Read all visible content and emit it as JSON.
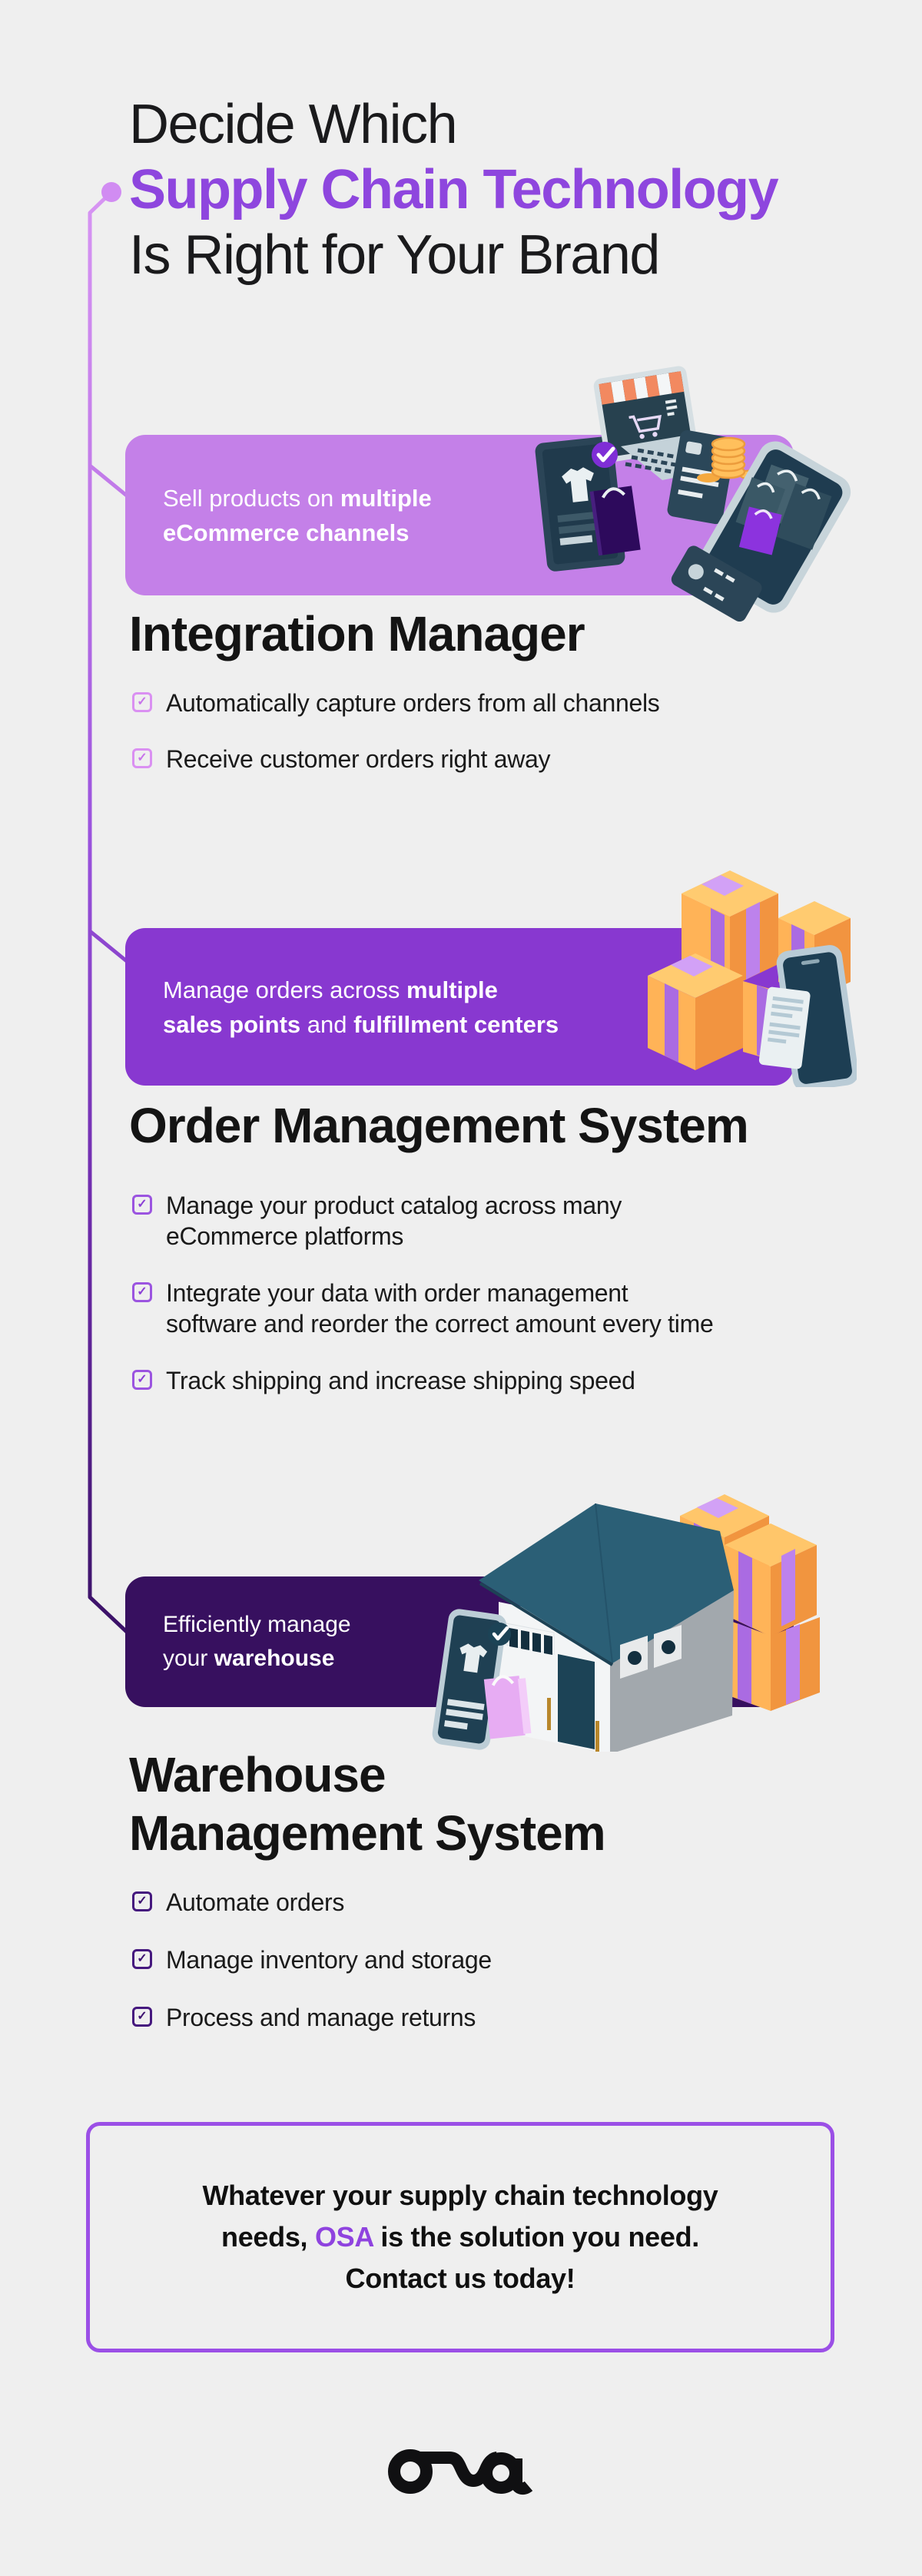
{
  "infographic": {
    "title": {
      "line1": "Decide Which",
      "line2": "Supply Chain Technology",
      "line3": "Is Right for Your Brand"
    },
    "check_glyph": "✓",
    "colors": {
      "background": "#EFEFEF",
      "title_accent": "#8E46DE",
      "connector_top": "#D795F3",
      "connector_bottom": "#3A1166",
      "banner1_bg": "#C480E8",
      "banner2_bg": "#8838D0",
      "banner3_bg": "#37105F",
      "checkbox1": "#DA90F2",
      "checkbox2": "#9B54E0",
      "checkbox3": "#45187E",
      "cta_border": "#9B4FE6",
      "cta_accent": "#8F43DF",
      "banner_text": "#FFFFFF"
    },
    "sections": [
      {
        "banner": {
          "normal1": "Sell products on ",
          "bold1": "multiple",
          "bold2": "eCommerce channels"
        },
        "heading": "Integration Manager",
        "items": [
          "Automatically capture orders from all channels",
          "Receive customer orders right away"
        ]
      },
      {
        "banner": {
          "normal1": "Manage orders across ",
          "bold1": "multiple",
          "bold2": "sales points",
          "normal2": " and ",
          "bold3": "fulfillment centers"
        },
        "heading": "Order Management System",
        "items": [
          "Manage your product catalog across many\neCommerce platforms",
          "Integrate your data with order management\nsoftware and reorder the correct amount every time",
          "Track shipping and increase shipping speed"
        ]
      },
      {
        "banner": {
          "normal1": "Efficiently manage",
          "normal2": "your ",
          "bold1": "warehouse"
        },
        "heading": "Warehouse\nManagement System",
        "items": [
          "Automate orders",
          "Manage inventory and storage",
          "Process and manage returns"
        ]
      }
    ],
    "cta": {
      "line1": "Whatever your supply chain technology",
      "line2_pre": "needs, ",
      "line2_accent": "OSA",
      "line2_post": " is the solution you need.",
      "line3": "Contact us today!"
    },
    "logo": {
      "text": "osa"
    }
  }
}
